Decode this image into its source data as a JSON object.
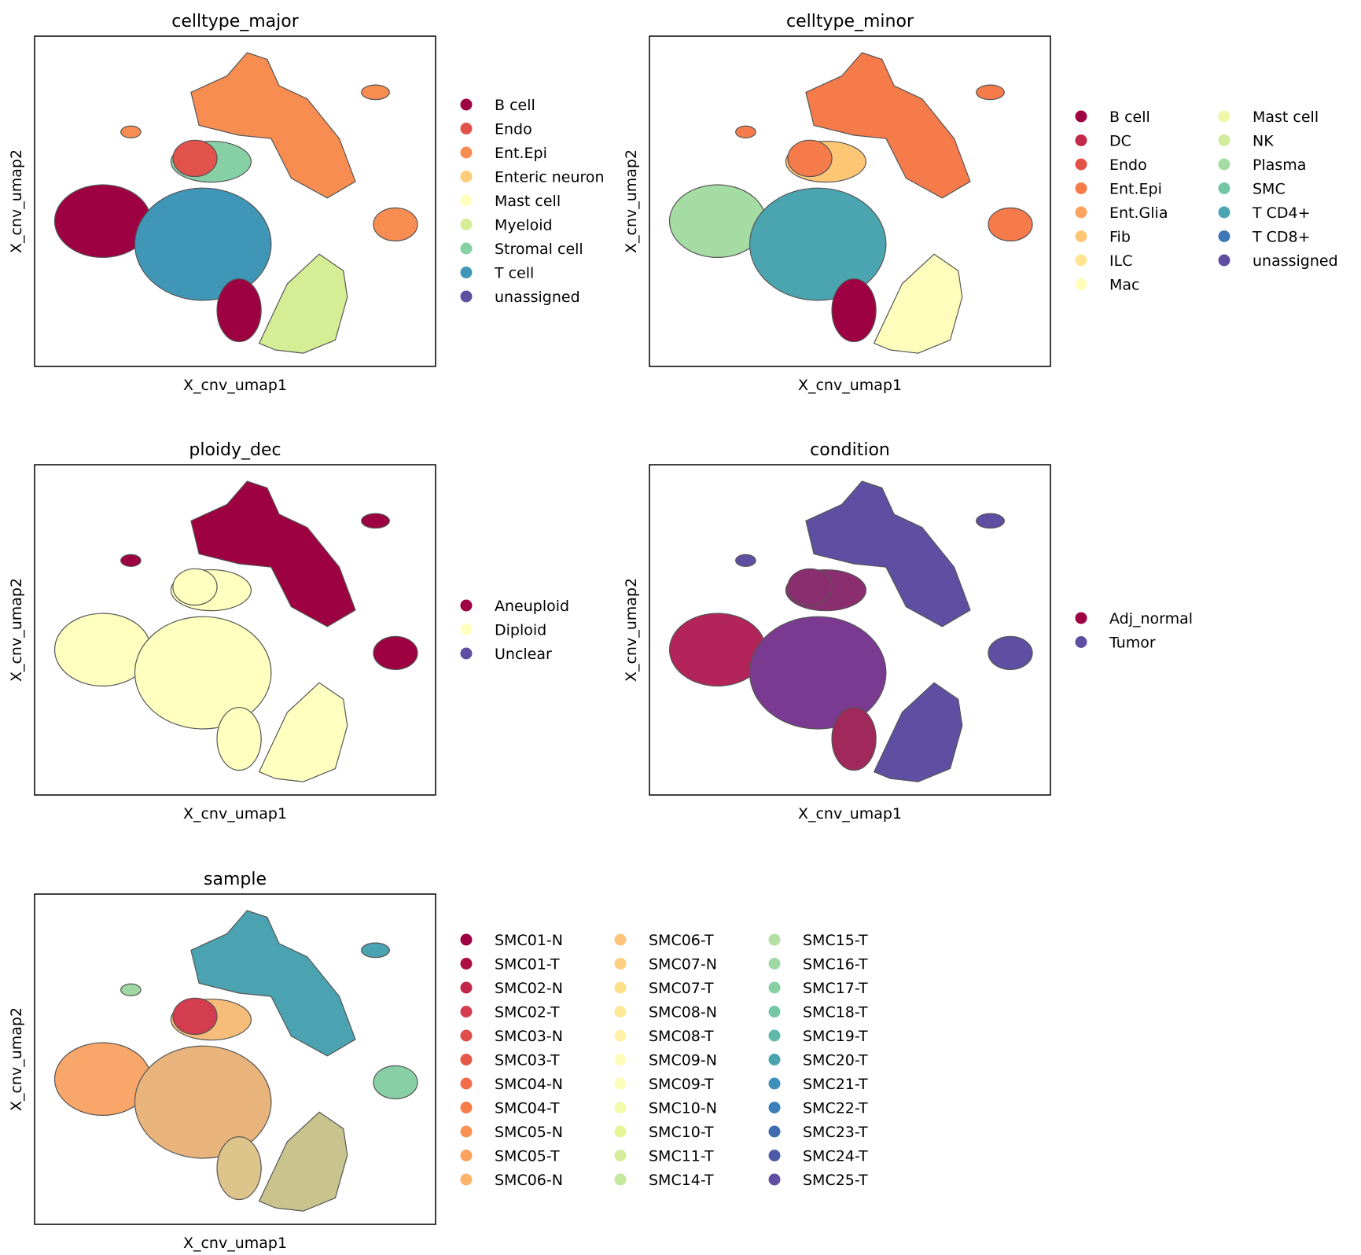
{
  "chart_data": [
    {
      "type": "scatter",
      "title": "celltype_major",
      "xlabel": "X_cnv_umap1",
      "ylabel": "X_cnv_umap2",
      "legend": "right",
      "categories": [
        "B cell",
        "Endo",
        "Ent.Epi",
        "Enteric neuron",
        "Mast cell",
        "Myeloid",
        "Stromal cell",
        "T cell",
        "unassigned"
      ],
      "colors": [
        "#9e0142",
        "#e0524a",
        "#f88d52",
        "#fdcd77",
        "#ffffbf",
        "#d5ee96",
        "#87cfa4",
        "#3f96b7",
        "#5e4fa2"
      ],
      "region_colors": {
        "left": "#9e0142",
        "center": "#3f96b7",
        "lower": "#9e0142",
        "right_lower": "#d5ee96",
        "upper_left": "#87cfa4",
        "upper_left2": "#e0524a",
        "top": "#f88d52",
        "far_right": "#f88d52",
        "small_left": "#f88d52"
      }
    },
    {
      "type": "scatter",
      "title": "celltype_minor",
      "xlabel": "X_cnv_umap1",
      "ylabel": "X_cnv_umap2",
      "legend": "right",
      "categories": [
        "B cell",
        "DC",
        "Endo",
        "Ent.Epi",
        "Ent.Glia",
        "Fib",
        "ILC",
        "Mac",
        "Mast cell",
        "NK",
        "Plasma",
        "SMC",
        "T CD4+",
        "T CD8+",
        "unassigned"
      ],
      "colors": [
        "#9e0142",
        "#c32a4b",
        "#e25249",
        "#f67b4a",
        "#fba35e",
        "#fdc675",
        "#fee593",
        "#fffdbc",
        "#eff8a6",
        "#cfec9d",
        "#a5dca4",
        "#71c7a5",
        "#4aa5b1",
        "#3f78b5",
        "#5e4fa2"
      ],
      "region_colors": {
        "left": "#a5dca4",
        "center": "#4aa5b1",
        "lower": "#9e0142",
        "right_lower": "#fffdbc",
        "upper_left": "#fdc675",
        "upper_left2": "#f67b4a",
        "top": "#f67b4a",
        "far_right": "#f67b4a",
        "small_left": "#f67b4a"
      }
    },
    {
      "type": "scatter",
      "title": "ploidy_dec",
      "xlabel": "X_cnv_umap1",
      "ylabel": "X_cnv_umap2",
      "legend": "right",
      "categories": [
        "Aneuploid",
        "Diploid",
        "Unclear"
      ],
      "colors": [
        "#9e0142",
        "#ffffbf",
        "#5e4fa2"
      ],
      "region_colors": {
        "left": "#ffffbf",
        "center": "#ffffbf",
        "lower": "#ffffbf",
        "right_lower": "#ffffbf",
        "upper_left": "#ffffbf",
        "upper_left2": "#ffffbf",
        "top": "#9e0142",
        "far_right": "#9e0142",
        "small_left": "#9e0142"
      }
    },
    {
      "type": "scatter",
      "title": "condition",
      "xlabel": "X_cnv_umap1",
      "ylabel": "X_cnv_umap2",
      "legend": "right",
      "categories": [
        "Adj_normal",
        "Tumor"
      ],
      "colors": [
        "#9e0142",
        "#5e4fa2"
      ],
      "region_colors": {
        "left": "#b3245a",
        "center": "#7a3a92",
        "lower": "#a0285a",
        "right_lower": "#5e4fa2",
        "upper_left": "#8a2e70",
        "upper_left2": "#8a2e70",
        "top": "#5e4fa2",
        "far_right": "#5e4fa2",
        "small_left": "#5e4fa2"
      }
    },
    {
      "type": "scatter",
      "title": "sample",
      "xlabel": "X_cnv_umap1",
      "ylabel": "X_cnv_umap2",
      "legend": "right",
      "categories": [
        "SMC01-N",
        "SMC01-T",
        "SMC02-N",
        "SMC02-T",
        "SMC03-N",
        "SMC03-T",
        "SMC04-N",
        "SMC04-T",
        "SMC05-N",
        "SMC05-T",
        "SMC06-N",
        "SMC06-T",
        "SMC07-N",
        "SMC07-T",
        "SMC08-N",
        "SMC08-T",
        "SMC09-N",
        "SMC09-T",
        "SMC10-N",
        "SMC10-T",
        "SMC11-T",
        "SMC14-T",
        "SMC15-T",
        "SMC16-T",
        "SMC17-T",
        "SMC18-T",
        "SMC19-T",
        "SMC20-T",
        "SMC21-T",
        "SMC22-T",
        "SMC23-T",
        "SMC24-T",
        "SMC25-T"
      ],
      "colors": [
        "#9e0142",
        "#ac0f44",
        "#c2284a",
        "#d43d4f",
        "#df4e4b",
        "#e65948",
        "#f26d4a",
        "#f67c4a",
        "#f99153",
        "#fba35e",
        "#fcb56a",
        "#fdc47a",
        "#fdcf81",
        "#fee08b",
        "#fee895",
        "#fff2a8",
        "#fffbb8",
        "#fbfdb8",
        "#f3faac",
        "#e6f598",
        "#d6ee9b",
        "#c5e89f",
        "#b2e0a2",
        "#a0d8a4",
        "#88cfa5",
        "#73c6a6",
        "#5fb8aa",
        "#4ba3b2",
        "#3f91bb",
        "#3b80b9",
        "#416db0",
        "#4d5aa7",
        "#5e4fa2"
      ],
      "region_colors": {
        "left": "#f9a66a",
        "center": "#e9b47c",
        "lower": "#dcc48a",
        "right_lower": "#c9c48e",
        "upper_left": "#f6bd7a",
        "upper_left2": "#d43d4f",
        "top": "#4ba3b2",
        "far_right": "#88cfa5",
        "small_left": "#a0d8a4"
      }
    }
  ]
}
